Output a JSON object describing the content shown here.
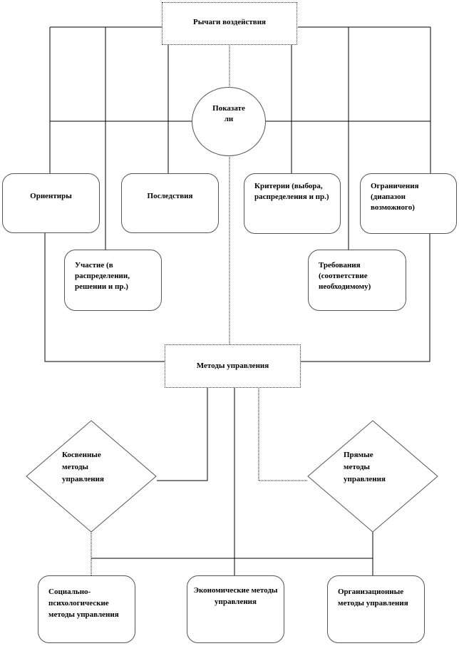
{
  "diagram": {
    "top_box": {
      "label": "Рычаги воздействия"
    },
    "center_ellipse": {
      "label": "Показатели",
      "line1": "Показате",
      "line2": "ли"
    },
    "row1": [
      {
        "id": "orientiry",
        "label": "Ориентиры"
      },
      {
        "id": "posledstviya",
        "label": "Последствия"
      },
      {
        "id": "kriterii",
        "label": "Критерии (выбора, распределения и пр.)"
      },
      {
        "id": "ogranicheniya",
        "label": "Ограничения (диапазон возможного)"
      }
    ],
    "row2": [
      {
        "id": "uchastie",
        "label": "Участие (в распределении, решении и пр.)"
      },
      {
        "id": "trebovaniya",
        "label": "Требования (соответствие необходимому)"
      }
    ],
    "methods_box": {
      "label": "Методы управления"
    },
    "diamonds": [
      {
        "id": "kosvennye",
        "line1": "Косвенные",
        "line2": "методы",
        "line3": "управления"
      },
      {
        "id": "pryamye",
        "line1": "Прямые",
        "line2": "методы",
        "line3": "управления"
      }
    ],
    "bottom_row": [
      {
        "id": "socio",
        "label": "Социально-психологические методы управления"
      },
      {
        "id": "econ",
        "label": "Экономические методы управления"
      },
      {
        "id": "org",
        "label": "Организационные методы управления"
      }
    ],
    "colors": {
      "line": "#000000",
      "border": "#555555",
      "background": "#ffffff"
    }
  }
}
